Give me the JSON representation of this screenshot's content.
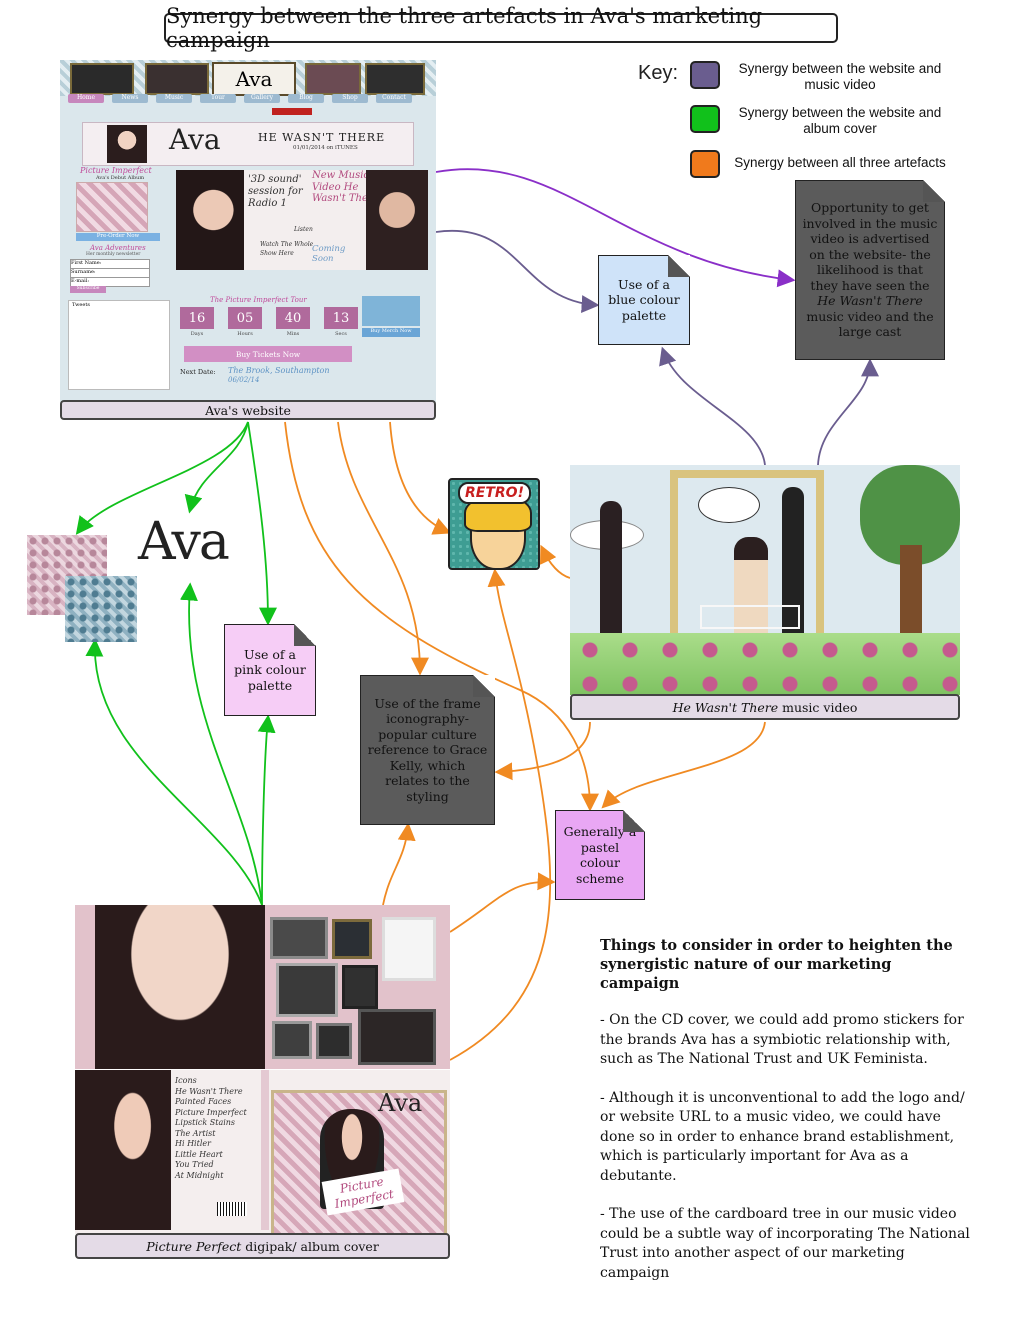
{
  "title": "Synergy between the three artefacts in Ava's marketing campaign",
  "key": {
    "label": "Key:",
    "items": [
      {
        "text": "Synergy between the website and music video",
        "color": "#6a5d8f"
      },
      {
        "text": "Synergy between the website and album cover",
        "color": "#11c11b"
      },
      {
        "text": "Synergy between all three artefacts",
        "color": "#f07a1c"
      }
    ]
  },
  "artefacts": {
    "website_caption": "Ava's website",
    "video_caption_italic": "He Wasn't There",
    "video_caption_rest": " music video",
    "album_caption_italic": "Picture Perfect",
    "album_caption_rest": " digipak/ album cover"
  },
  "website": {
    "nav": [
      "Home",
      "News",
      "Music",
      "Tour",
      "Gallery",
      "Blog",
      "Shop",
      "Contact"
    ],
    "logo": "Ava",
    "banner_title": "HE WASN'T THERE",
    "banner_date": "01/01/2014 on iTUNES",
    "album_heading": "Picture Imperfect",
    "album_sub": "Ava's Debut Album",
    "preorder": "Pre-Order Now",
    "adventures": "Ava Adventures",
    "adventures_sub": "Her monthly newsletter",
    "first_name": "First Name:",
    "surname": "Surname:",
    "email": "E-mail:",
    "subscribe": "Subscribe",
    "session_text": "'3D sound' session for Radio 1",
    "listen": "Listen",
    "watch": "Watch The Whole Show Here",
    "new_video": "New Music Video He Wasn't There",
    "coming_soon": "Coming Soon",
    "tour_title": "The Picture Imperfect Tour",
    "counter_values": [
      "16",
      "05",
      "40",
      "13"
    ],
    "counter_labels": [
      "Days",
      "Hours",
      "Mins",
      "Secs"
    ],
    "buy_tickets": "Buy Tickets Now",
    "next_date_label": "Next Date:",
    "next_date_value": "The Brook, Southampton",
    "next_date_day": "06/02/14",
    "buy_merch": "Buy Merch Now",
    "tweets": "Tweets"
  },
  "notes": {
    "opportunity": {
      "pre": "Opportunity to get involved in the music video is advertised on the website- the likelihood is that they have seen the ",
      "italic": "He Wasn't There",
      "post": " music video and the large cast"
    },
    "blue": "Use of a blue colour palette",
    "pink": "Use of a pink colour palette",
    "frame": "Use of the frame iconography- popular culture reference to Grace Kelly, which relates to the styling",
    "pastel": "Generally a pastel colour scheme",
    "retro": "RETRO!",
    "ava_logo": "Ava"
  },
  "album": {
    "tracks": [
      "Icons",
      "He Wasn't There",
      "Painted Faces",
      "Picture Imperfect",
      "Lipstick Stains",
      "The Artist",
      "Hi Hitler",
      "Little Heart",
      "You Tried",
      "At Midnight"
    ],
    "cover_logo": "Ava",
    "sign": "Picture Imperfect"
  },
  "considerations": {
    "heading": "Things to consider in order to heighten the synergistic nature of our marketing campaign",
    "points": [
      "- On the CD cover, we could add promo stickers for the brands Ava has a symbiotic relationship with, such as The National Trust and UK Feminista.",
      "- Although it is unconventional to add the logo and/ or website URL to a music video, we could have done so in order to enhance brand establishment, which is particularly important for Ava as a debutante.",
      "- The use of the cardboard tree in our music video could be a subtle way of incorporating The National Trust into another aspect of our marketing campaign"
    ]
  }
}
